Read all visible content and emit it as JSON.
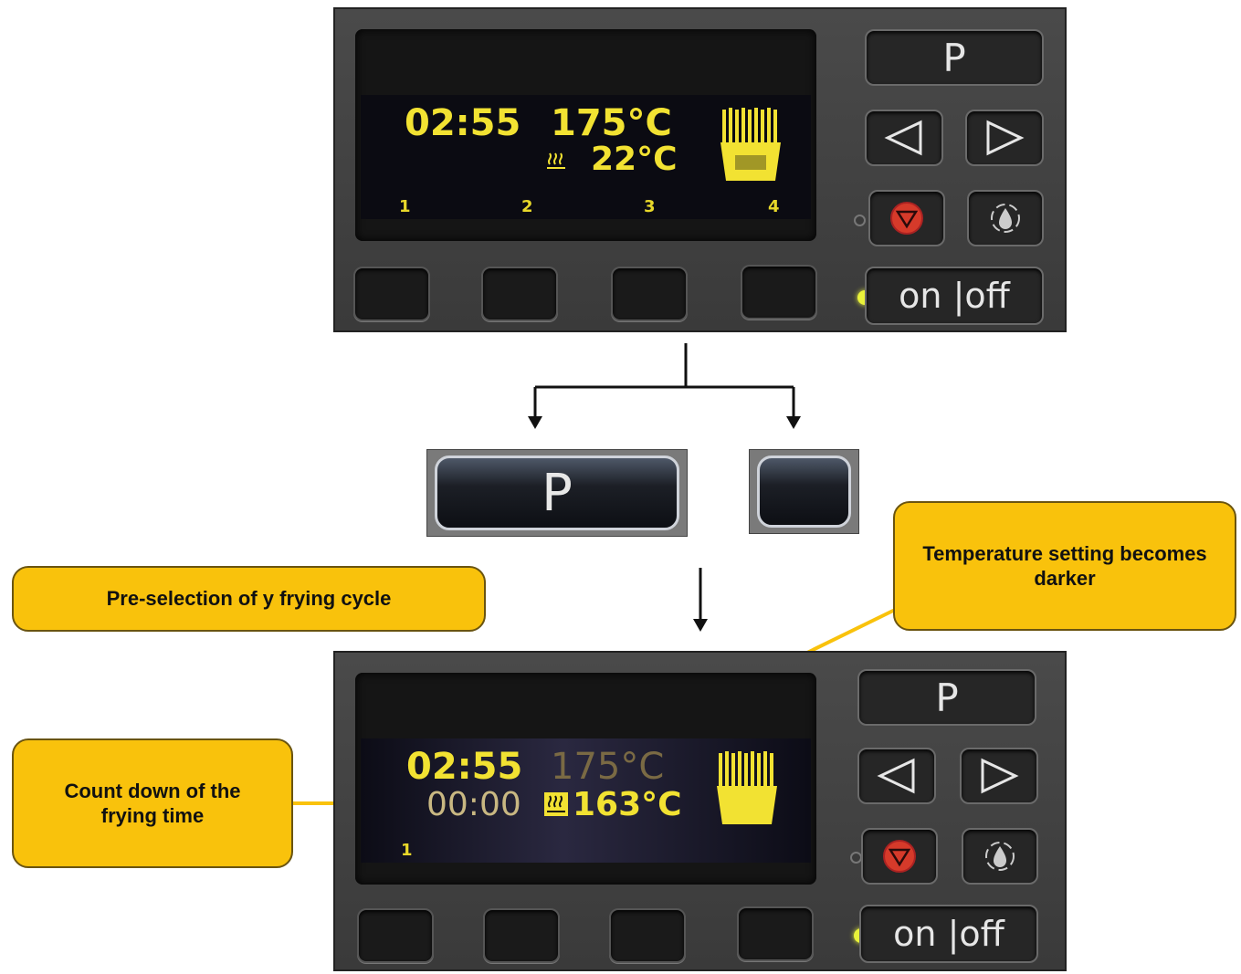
{
  "panel_top": {
    "time": "02:55",
    "set_temp": "175°C",
    "actual_temp": "22°C",
    "baskets": [
      "1",
      "2",
      "3",
      "4"
    ],
    "program_key": "P",
    "onoff_label": "on |off"
  },
  "panel_bottom": {
    "time": "02:55",
    "countdown": "00:00",
    "set_temp": "175°C",
    "actual_temp": "163°C",
    "basket": "1",
    "program_key": "P",
    "onoff_label": "on |off"
  },
  "middle_keys": {
    "program_key": "P"
  },
  "callouts": {
    "preselection": "Pre-selection of y frying cycle",
    "temperature": "Temperature setting becomes darker",
    "countdown": "Count down of the frying time"
  },
  "colors": {
    "display_yellow": "#f2e232",
    "callout_fill": "#f9c20c",
    "stop_red": "#d63a2a",
    "led_green": "#e9f23a"
  },
  "icons": [
    "heat-icon",
    "fries-basket-icon",
    "left-arrow-icon",
    "right-arrow-icon",
    "stop-icon",
    "oil-drop-icon"
  ]
}
